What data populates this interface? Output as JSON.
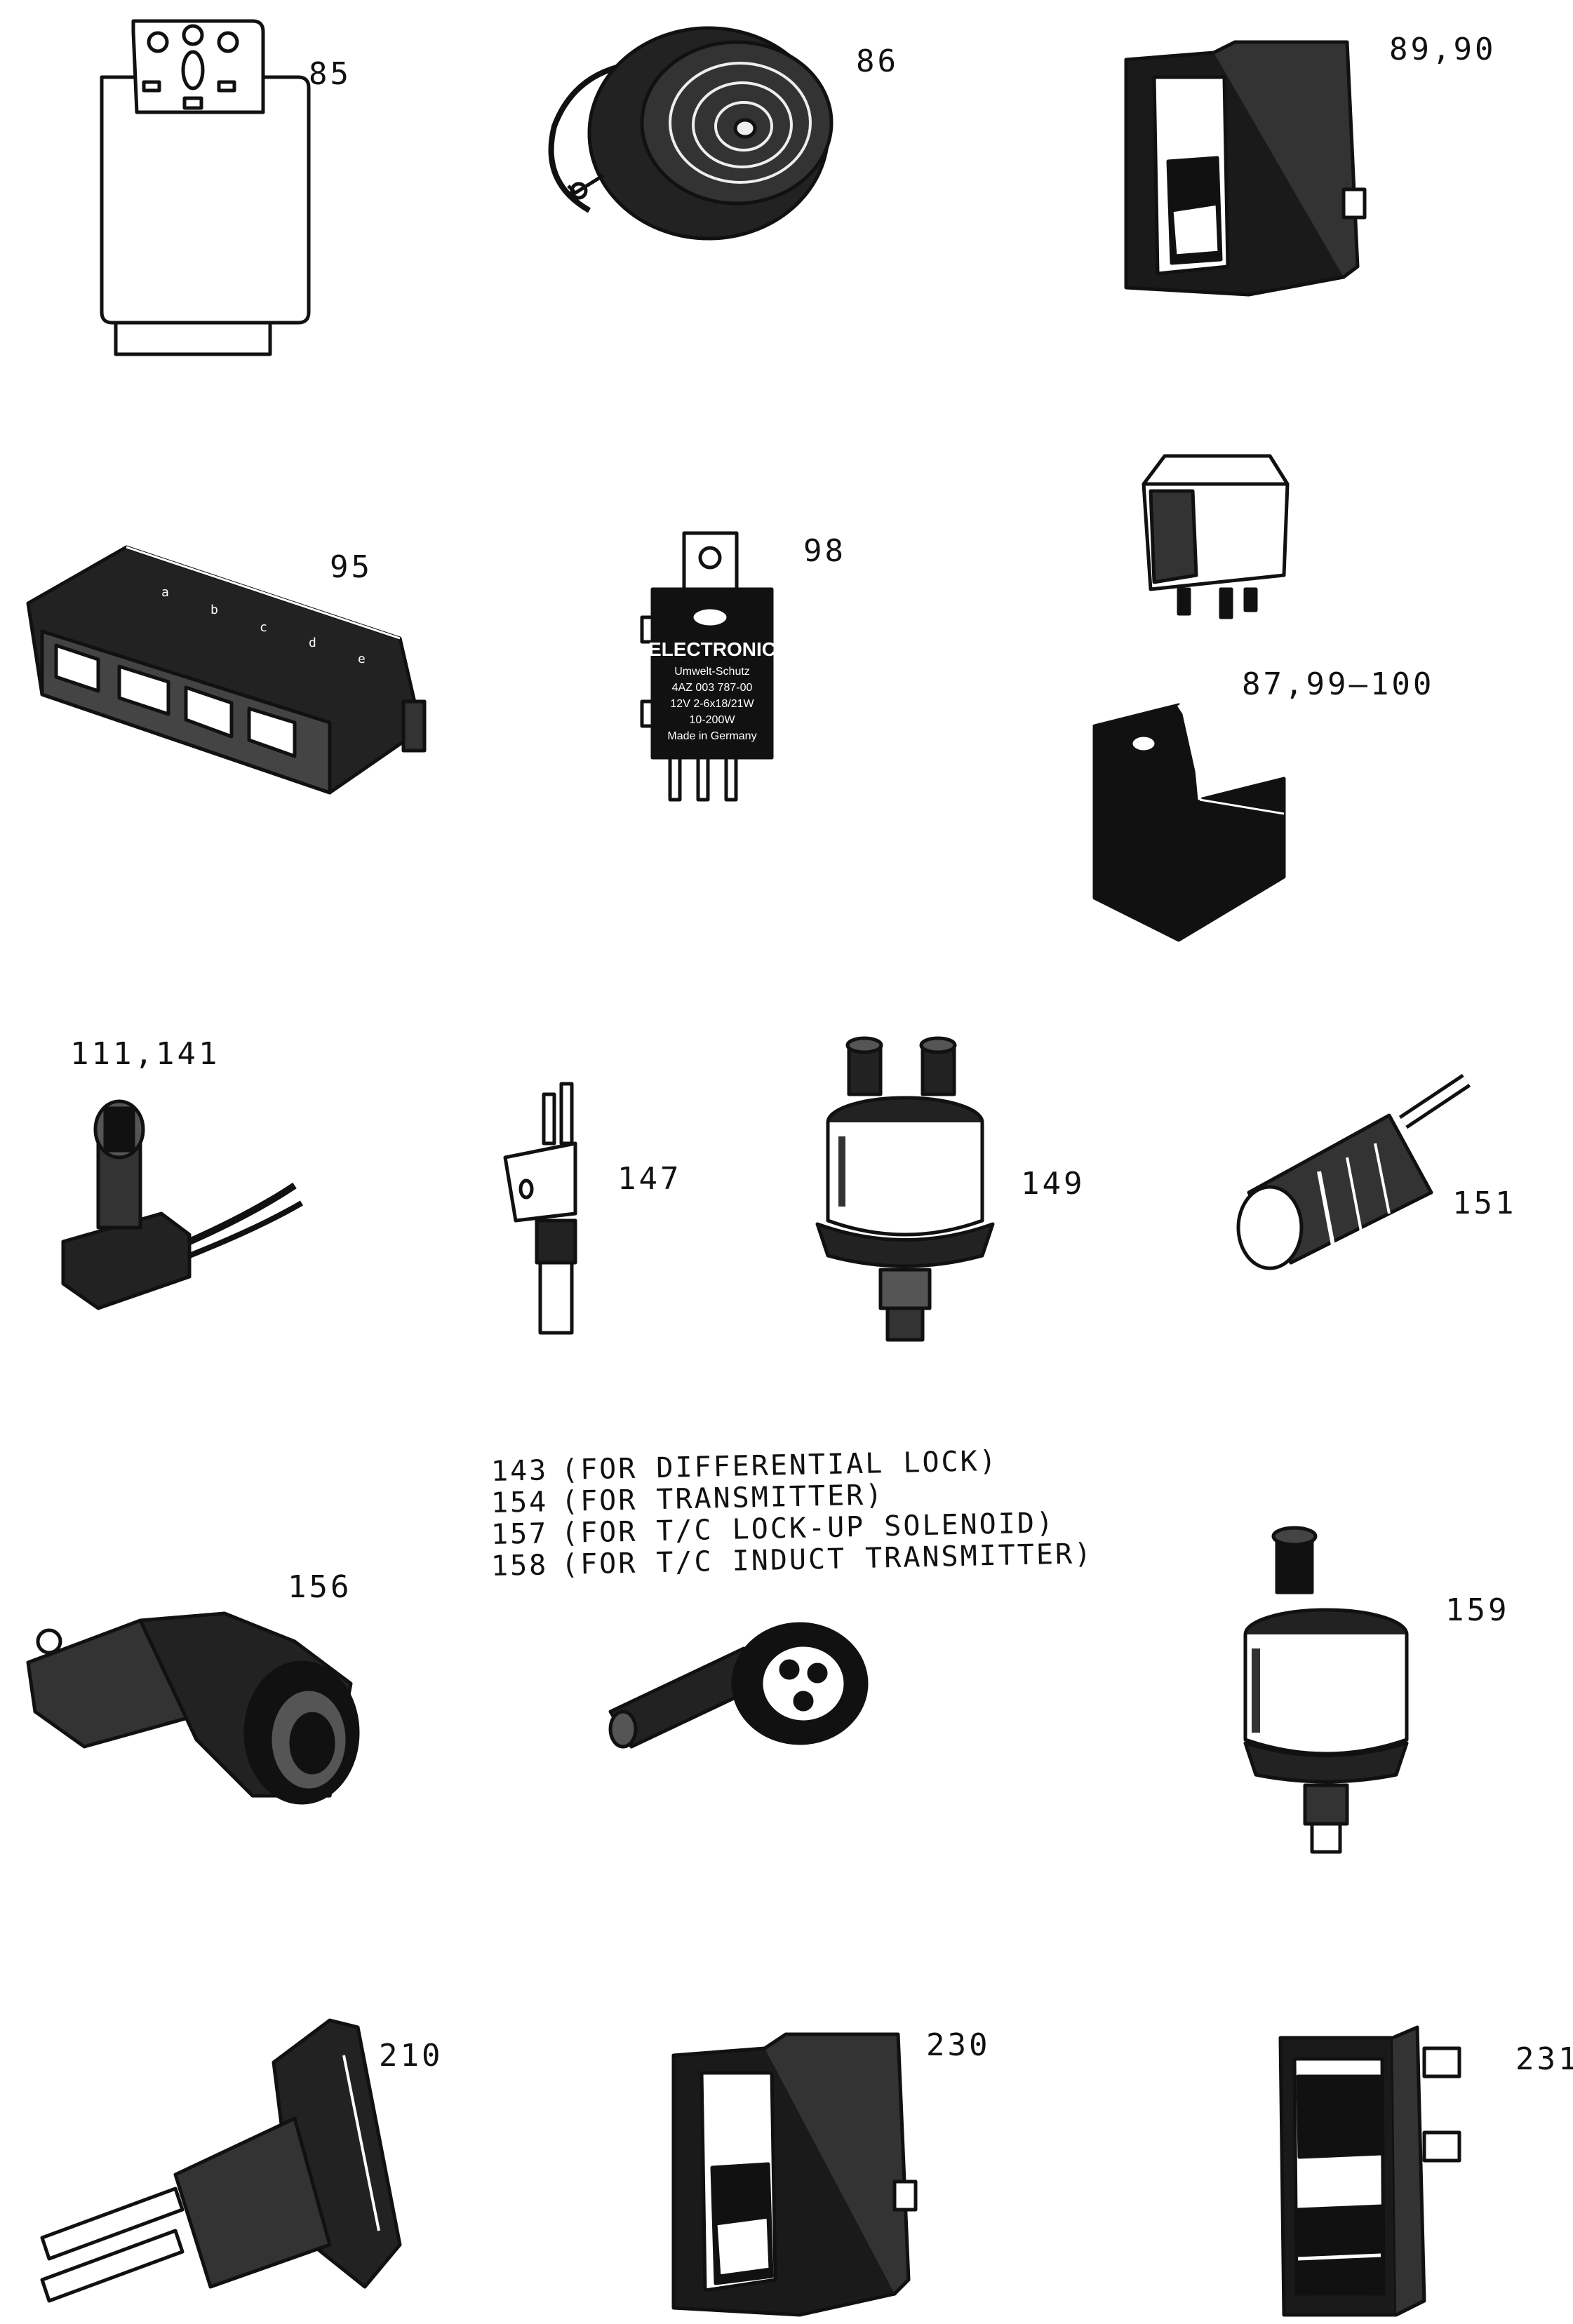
{
  "labels": {
    "p85": "85",
    "p86": "86",
    "p89_90": "89,90",
    "p95": "95",
    "p98": "98",
    "p87_99_100": "87,99–100",
    "p111_141": "111,141",
    "p147": "147",
    "p149": "149",
    "p151": "151",
    "p156": "156",
    "p159": "159",
    "p210": "210",
    "p230": "230",
    "p231": "231"
  },
  "notes": [
    {
      "num": "143",
      "text": "(FOR DIFFERENTIAL LOCK)"
    },
    {
      "num": "154",
      "text": "(FOR TRANSMITTER)"
    },
    {
      "num": "157",
      "text": "(FOR T/C LOCK-UP SOLENOID)"
    },
    {
      "num": "158",
      "text": "(FOR T/C INDUCT TRANSMITTER)"
    }
  ],
  "flasher_text": {
    "line1": "ELECTRONIC",
    "line2": "Umwelt-Schutz",
    "line3": "4AZ 003 787-00",
    "line4": "12V 2-6x18/21W",
    "line5": "10-200W",
    "line6": "Made in Germany"
  },
  "colors": {
    "ink": "#111111",
    "paper": "#ffffff"
  }
}
